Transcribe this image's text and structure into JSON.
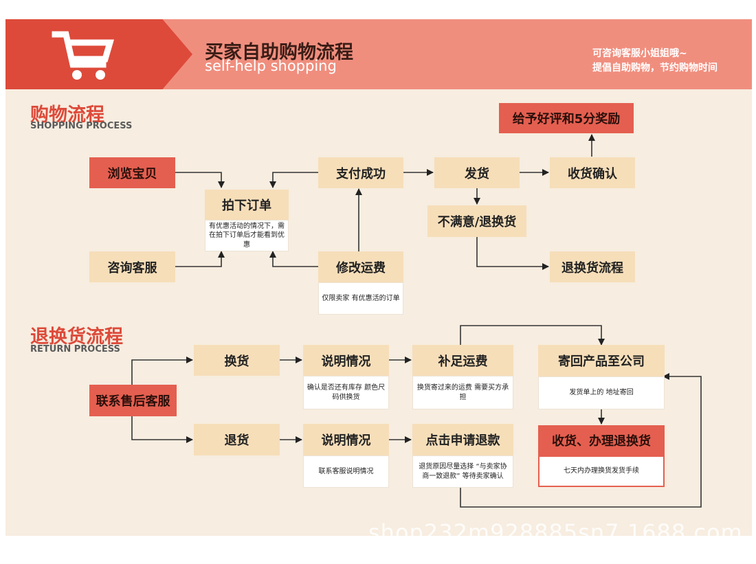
{
  "header": {
    "title": "买家自助购物流程",
    "subtitle": "self-help shopping",
    "tip_line1": "可咨询客服小姐姐哦~",
    "tip_line2": "提倡自助购物，节约购物时间",
    "icon": "shopping-cart-icon"
  },
  "shopping": {
    "title": "购物流程",
    "subtitle": "SHOPPING PROCESS",
    "browse": "浏览宝贝",
    "consult": "咨询客服",
    "place_order": "拍下订单",
    "place_order_note": "有优惠活动的情况下，需在拍下订单后才能看到优惠",
    "pay_success": "支付成功",
    "modify_freight": "修改运费",
    "modify_freight_note": "仅限卖家 有优惠活的订单",
    "ship": "发货",
    "confirm_receipt": "收货确认",
    "good_review": "给予好评和5分奖励",
    "unsatisfied": "不满意/退换货",
    "return_flow": "退换货流程"
  },
  "returns": {
    "title": "退换货流程",
    "subtitle": "RETURN PROCESS",
    "contact_after_sales": "联系售后客服",
    "exchange": "换货",
    "refund": "退货",
    "explain_1": "说明情况",
    "explain_1_note": "确认是否还有库存 颜色尺码供换货",
    "explain_2": "说明情况",
    "explain_2_note": "联系客服说明情况",
    "add_freight": "补足运费",
    "add_freight_note": "换货寄过来的运费 需要买方承担",
    "apply_refund": "点击申请退款",
    "apply_refund_note": "退货原因尽量选择 “与卖家协商一致退款” 等待卖家确认",
    "send_back": "寄回产品至公司",
    "send_back_note": "发货单上的 地址寄回",
    "receive_process": "收货、办理退换货",
    "receive_process_note": "七天内办理换货发货手续"
  },
  "watermark": "shop232m928885sn7.1688.com",
  "colors": {
    "accent_red": "#dd4a3a",
    "banner": "#f08e7e",
    "box": "#f6deb9",
    "panel": "#f7ede0"
  }
}
